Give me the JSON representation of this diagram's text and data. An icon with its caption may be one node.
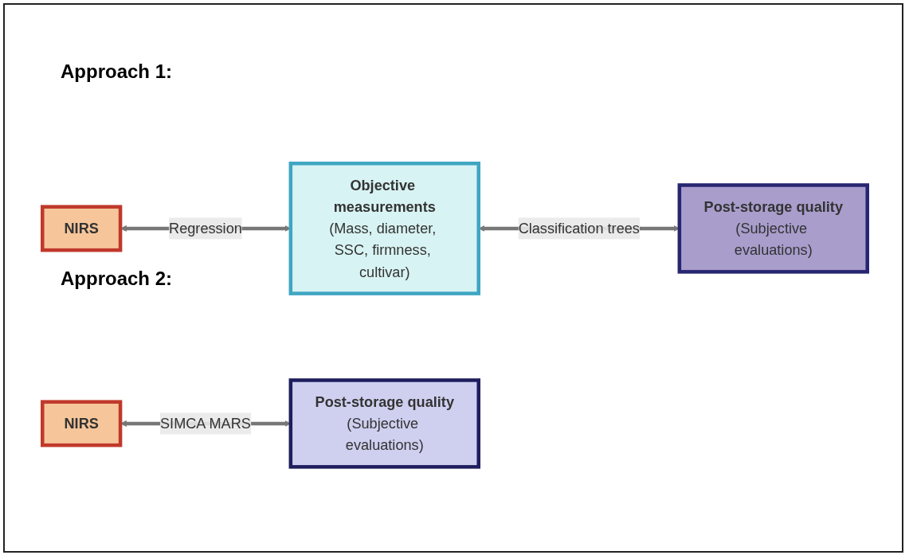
{
  "diagram": {
    "nodes": [
      {
        "text": [
          "NIRS"
        ]
      },
      {
        "text": [
          "Objective measurements",
          "(Mass, diameter, SSC, firmness, cultivar)"
        ]
      },
      {
        "text": [
          "Post-storage quality",
          "(Subjective evaluations)"
        ]
      },
      {
        "text": [
          "NIRS"
        ]
      },
      {
        "text": [
          "Post-storage quality",
          "(Subjective evaluations)"
        ]
      }
    ],
    "edges": [
      {
        "from": 0,
        "to": 1,
        "arrow": "both",
        "label": "Regression"
      },
      {
        "from": 1,
        "to": 2,
        "arrow": "both",
        "label": "Classification trees"
      },
      {
        "from": 3,
        "to": 4,
        "arrow": "both",
        "label": "SIMCA MARS"
      }
    ],
    "labels": [
      "Approach 1:",
      "Approach 2:"
    ]
  }
}
